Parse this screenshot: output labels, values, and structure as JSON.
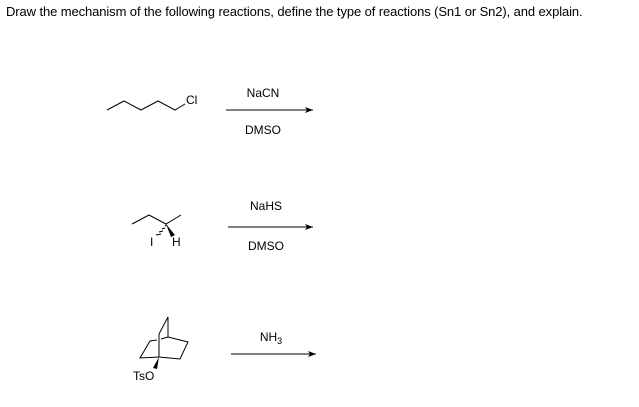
{
  "question": {
    "text": "Draw the mechanism of the following reactions, define the type of reactions (Sn1 or Sn2), and explain."
  },
  "reactions": [
    {
      "substrate": "1-chloropentane",
      "substrate_labels": {
        "leaving_group": "Cl"
      },
      "reagent_above": "NaCN",
      "reagent_below": "DMSO"
    },
    {
      "substrate": "2-iodobutane (stereocenter)",
      "substrate_labels": {
        "leaving_group": "I",
        "hydrogen": "H"
      },
      "reagent_above": "NaHS",
      "reagent_below": "DMSO"
    },
    {
      "substrate": "bridgehead tosylate of bicyclo[2.2.2]octane",
      "substrate_labels": {
        "leaving_group": "TsO"
      },
      "reagent_above_main": "NH",
      "reagent_above_sub": "3",
      "reagent_below": ""
    }
  ],
  "colors": {
    "ink": "#000000",
    "background": "#ffffff"
  }
}
